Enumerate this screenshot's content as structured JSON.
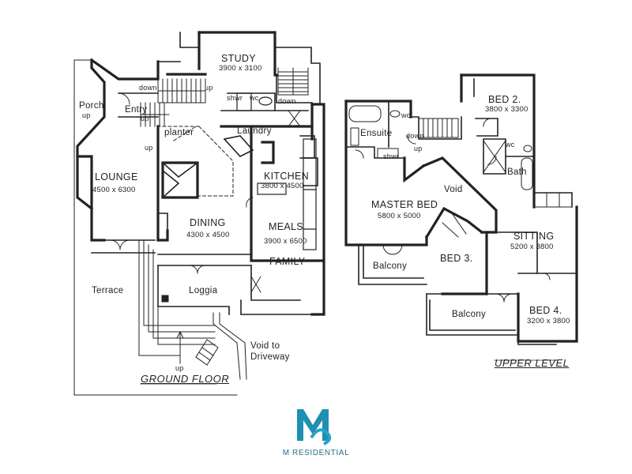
{
  "ground_floor": {
    "title": "GROUND FLOOR",
    "study": {
      "name": "STUDY",
      "dims": "3900 x 3100"
    },
    "porch": "Porch",
    "porch_up": "up",
    "entry": "Entry",
    "entry_up": "up",
    "down_left": "down",
    "up_stair": "up",
    "up_lounge": "up",
    "shwr": "shwr",
    "wc": "wc",
    "down_right": "down",
    "laundry": "Laundry",
    "planter": "planter",
    "lounge": {
      "name": "LOUNGE",
      "dims": "4500 x 6300"
    },
    "kitchen": {
      "name": "KITCHEN",
      "dims": "3800 x 4500"
    },
    "dining": {
      "name": "DINING",
      "dims": "4300 x 4500"
    },
    "meals": {
      "name": "MEALS",
      "dims": "3900 x 6500"
    },
    "family": "FAMILY",
    "terrace": "Terrace",
    "loggia": "Loggia",
    "void": "Void to Driveway",
    "up_bottom": "up"
  },
  "upper_level": {
    "title": "UPPER LEVEL",
    "bed2": {
      "name": "BED 2.",
      "dims": "3800 x 3300"
    },
    "ensuite": "Ensuite",
    "shwr": "shwr",
    "wc_left": "wc",
    "down": "down",
    "up": "up",
    "wc_right": "wc",
    "bath": "Bath",
    "master": {
      "name": "MASTER BED",
      "dims": "5800 x 5000"
    },
    "void": "Void",
    "sitting": {
      "name": "SITTING",
      "dims": "5200 x 3800"
    },
    "bed3": "BED 3.",
    "balcony_left": "Balcony",
    "balcony_bottom": "Balcony",
    "bed4": {
      "name": "BED 4.",
      "dims": "3200 x 3800"
    }
  },
  "brand": {
    "name": "M RESIDENTIAL",
    "color": "#1f8fb3"
  }
}
